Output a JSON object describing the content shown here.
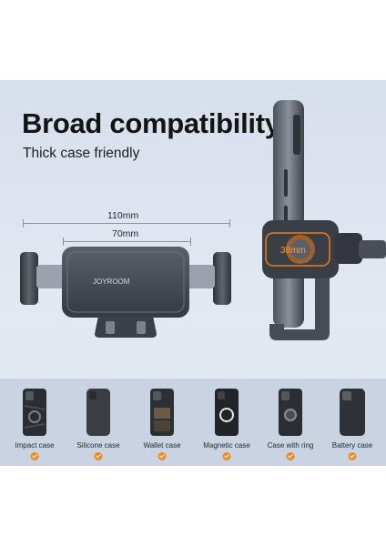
{
  "heading": {
    "title": "Broad compatibility",
    "subtitle": "Thick case friendly"
  },
  "dimensions": {
    "outer": "110mm",
    "inner": "70mm",
    "depth": "38mm"
  },
  "product": {
    "brand": "JOYROOM"
  },
  "cases": [
    {
      "label": "Impact case"
    },
    {
      "label": "Silicone case"
    },
    {
      "label": "Wallet case"
    },
    {
      "label": "Magnetic case"
    },
    {
      "label": "Case with ring"
    },
    {
      "label": "Battery case"
    }
  ],
  "colors": {
    "background": "#d9e1ed",
    "strip": "#c9d3e2",
    "check": "#ef8a1e",
    "holder": "#3d4249",
    "orange_highlight": "#f07d1c"
  }
}
